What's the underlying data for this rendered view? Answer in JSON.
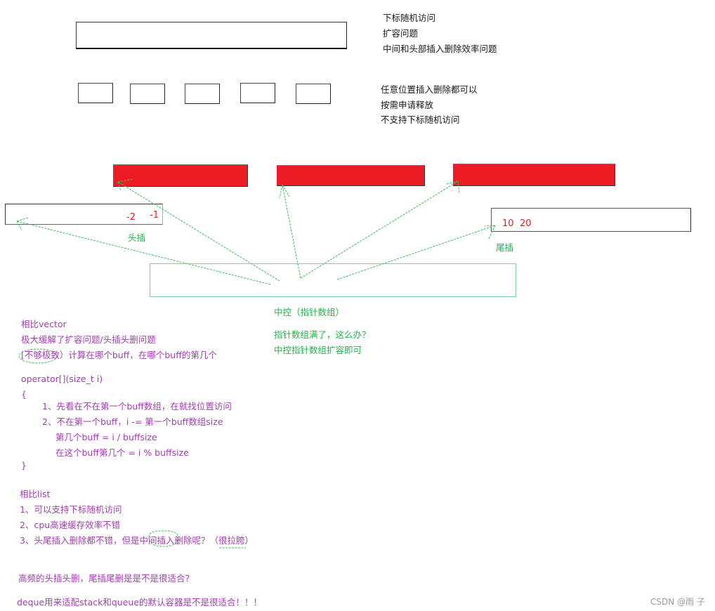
{
  "vector_notes": [
    "下标随机访问",
    "扩容问题",
    "中间和头部插入删除效率问题"
  ],
  "list_notes": [
    "任意位置插入删除都可以",
    "按需申请释放",
    "不支持下标随机访问"
  ],
  "deque_diagram": {
    "head_buffer_values": [
      "-2",
      "-1"
    ],
    "head_insert_label": "头插",
    "tail_buffer_values": [
      "10",
      "20"
    ],
    "tail_insert_label": "尾插",
    "central_control_label": "中控（指针数组）",
    "control_full_question": "指针数组满了，这么办？",
    "control_full_answer": "中控指针数组扩容即可"
  },
  "compare_vector": {
    "title": "相比vector",
    "line1": "极大缓解了扩容问题/头插头删问题",
    "line2": "[不够极致）计算在哪个buff，在哪个buff的第几个"
  },
  "operator_code": {
    "signature": "operator[](size_t i)",
    "open_brace": "{",
    "step1": "1、先看在不在第一个buff数组，在就找位置访问",
    "step2": "2、不在第一个buff，i -= 第一个buff数组size",
    "step2a": "第几个buff =  i / buffsize",
    "step2b": "在这个buff第几个 =  i % buffsize",
    "close_brace": "}"
  },
  "compare_list": {
    "title": "相比list",
    "item1": "1、可以支持下标随机访问",
    "item2": "2、cpu高速缓存效率不错",
    "item3": "3、头尾插入删除都不错，但是中间插入删除呢？（很拉胯）"
  },
  "conclusion": {
    "question": "高频的头插头删，尾插尾删是是不是很适合？",
    "statement": "deque用来适配stack和queue的默认容器是不是很适合！！！"
  },
  "watermark": "CSDN @雨 子",
  "colors": {
    "buffer_red": "#ed1c24",
    "annotation_green": "#22b14c",
    "note_purple": "#a23fb0",
    "text_black": "#1a1a1a"
  }
}
